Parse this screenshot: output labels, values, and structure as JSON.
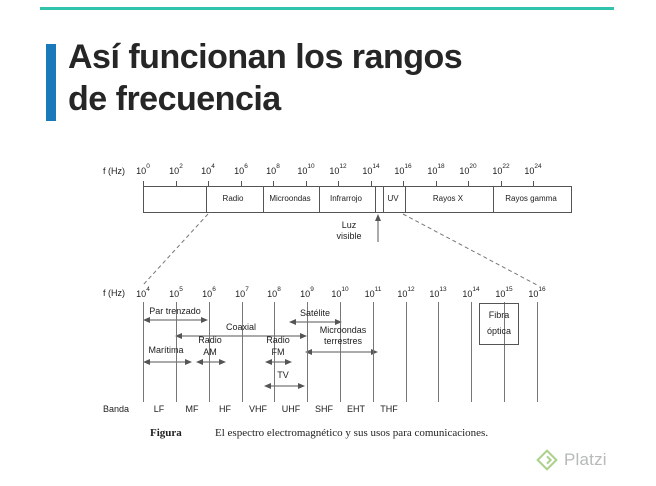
{
  "slide": {
    "title_line1": "Así funcionan los rangos",
    "title_line2": "de frecuencia",
    "accent_color": "#1a79b8",
    "topbar_color": "#32c3ac"
  },
  "figure": {
    "top_chart": {
      "axis_label": "f (Hz)",
      "ticks": [
        {
          "base": "10",
          "exp": "0"
        },
        {
          "base": "10",
          "exp": "2"
        },
        {
          "base": "10",
          "exp": "4"
        },
        {
          "base": "10",
          "exp": "6"
        },
        {
          "base": "10",
          "exp": "8"
        },
        {
          "base": "10",
          "exp": "10"
        },
        {
          "base": "10",
          "exp": "12"
        },
        {
          "base": "10",
          "exp": "14"
        },
        {
          "base": "10",
          "exp": "16"
        },
        {
          "base": "10",
          "exp": "18"
        },
        {
          "base": "10",
          "exp": "20"
        },
        {
          "base": "10",
          "exp": "22"
        },
        {
          "base": "10",
          "exp": "24"
        }
      ],
      "sections": [
        "Radio",
        "Microondas",
        "Infrarrojo",
        "UV",
        "Rayos X",
        "Rayos gamma"
      ],
      "visible_light_line1": "Luz",
      "visible_light_line2": "visible"
    },
    "bottom_chart": {
      "axis_label": "f (Hz)",
      "ticks": [
        {
          "base": "10",
          "exp": "4"
        },
        {
          "base": "10",
          "exp": "5"
        },
        {
          "base": "10",
          "exp": "6"
        },
        {
          "base": "10",
          "exp": "7"
        },
        {
          "base": "10",
          "exp": "8"
        },
        {
          "base": "10",
          "exp": "9"
        },
        {
          "base": "10",
          "exp": "10"
        },
        {
          "base": "10",
          "exp": "11"
        },
        {
          "base": "10",
          "exp": "12"
        },
        {
          "base": "10",
          "exp": "13"
        },
        {
          "base": "10",
          "exp": "14"
        },
        {
          "base": "10",
          "exp": "15"
        },
        {
          "base": "10",
          "exp": "16"
        }
      ],
      "ranges": {
        "par_trenzado": "Par trenzado",
        "coaxial": "Coaxial",
        "satelite": "Satélite",
        "microondas_l1": "Microondas",
        "microondas_l2": "terrestres",
        "maritima": "Marítima",
        "radio": "Radio",
        "am": "AM",
        "fm": "FM",
        "tv": "TV",
        "fibra_l1": "Fibra",
        "fibra_l2": "óptica"
      },
      "banda_label": "Banda",
      "bands": [
        "LF",
        "MF",
        "HF",
        "VHF",
        "UHF",
        "SHF",
        "EHT",
        "THF"
      ]
    },
    "caption": {
      "label": "Figura",
      "text": "El espectro electromagnético y sus usos para comunicaciones."
    }
  },
  "logo": {
    "text": "Platzi"
  }
}
